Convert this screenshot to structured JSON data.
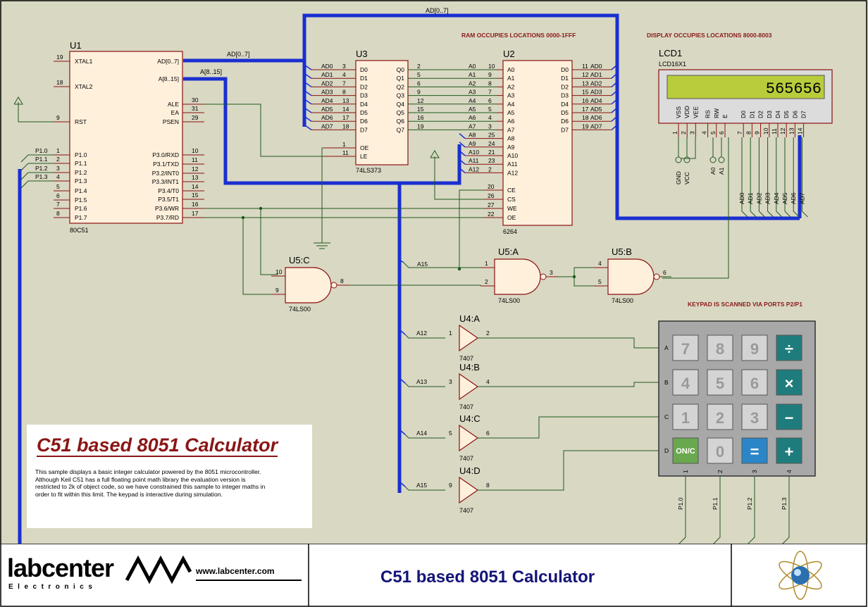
{
  "schematic": {
    "u1": {
      "ref": "U1",
      "part": "80C51",
      "left_pins": [
        {
          "num": "19",
          "name": "XTAL1"
        },
        {
          "num": "18",
          "name": "XTAL2"
        },
        {
          "num": "9",
          "name": "RST"
        },
        {
          "num": "1",
          "name": "P1.0"
        },
        {
          "num": "2",
          "name": "P1.1"
        },
        {
          "num": "3",
          "name": "P1.2"
        },
        {
          "num": "4",
          "name": "P1.3"
        },
        {
          "num": "5",
          "name": "P1.4"
        },
        {
          "num": "6",
          "name": "P1.5"
        },
        {
          "num": "7",
          "name": "P1.6"
        },
        {
          "num": "8",
          "name": "P1.7"
        }
      ],
      "right_pins": [
        {
          "num": "",
          "name": "AD[0..7]"
        },
        {
          "num": "",
          "name": "A[8..15]"
        },
        {
          "num": "30",
          "name": "ALE"
        },
        {
          "num": "31",
          "name": "EA"
        },
        {
          "num": "29",
          "name": "PSEN"
        },
        {
          "num": "10",
          "name": "P3.0/RXD"
        },
        {
          "num": "11",
          "name": "P3.1/TXD"
        },
        {
          "num": "12",
          "name": "P3.2/INT0"
        },
        {
          "num": "13",
          "name": "P3.3/INT1"
        },
        {
          "num": "14",
          "name": "P3.4/T0"
        },
        {
          "num": "15",
          "name": "P3.5/T1"
        },
        {
          "num": "16",
          "name": "P3.6/WR"
        },
        {
          "num": "17",
          "name": "P3.7/RD"
        }
      ],
      "port_nets": [
        "P1.0",
        "P1.1",
        "P1.2",
        "P1.3"
      ]
    },
    "u3": {
      "ref": "U3",
      "part": "74LS373",
      "d_pins": [
        {
          "num": "3",
          "name": "D0"
        },
        {
          "num": "4",
          "name": "D1"
        },
        {
          "num": "7",
          "name": "D2"
        },
        {
          "num": "8",
          "name": "D3"
        },
        {
          "num": "13",
          "name": "D4"
        },
        {
          "num": "14",
          "name": "D5"
        },
        {
          "num": "17",
          "name": "D6"
        },
        {
          "num": "18",
          "name": "D7"
        }
      ],
      "q_pins": [
        {
          "num": "2",
          "name": "Q0"
        },
        {
          "num": "5",
          "name": "Q1"
        },
        {
          "num": "6",
          "name": "Q2"
        },
        {
          "num": "9",
          "name": "Q3"
        },
        {
          "num": "12",
          "name": "Q4"
        },
        {
          "num": "15",
          "name": "Q5"
        },
        {
          "num": "16",
          "name": "Q6"
        },
        {
          "num": "19",
          "name": "Q7"
        }
      ],
      "ctrl_pins": [
        {
          "num": "1",
          "name": "OE"
        },
        {
          "num": "11",
          "name": "LE"
        }
      ],
      "nets": [
        "AD0",
        "AD1",
        "AD2",
        "AD3",
        "AD4",
        "AD5",
        "AD6",
        "AD7"
      ]
    },
    "u2": {
      "ref": "U2",
      "part": "6264",
      "a_pins": [
        {
          "num": "10",
          "name": "A0"
        },
        {
          "num": "9",
          "name": "A1"
        },
        {
          "num": "8",
          "name": "A2"
        },
        {
          "num": "7",
          "name": "A3"
        },
        {
          "num": "6",
          "name": "A4"
        },
        {
          "num": "5",
          "name": "A5"
        },
        {
          "num": "4",
          "name": "A6"
        },
        {
          "num": "3",
          "name": "A7"
        },
        {
          "num": "25",
          "name": "A8"
        },
        {
          "num": "24",
          "name": "A9"
        },
        {
          "num": "21",
          "name": "A10"
        },
        {
          "num": "23",
          "name": "A11"
        },
        {
          "num": "2",
          "name": "A12"
        }
      ],
      "a_nets": [
        "A0",
        "A1",
        "A2",
        "A3",
        "A4",
        "A5",
        "A6",
        "A7",
        "A8",
        "A9",
        "A10",
        "A11",
        "A12"
      ],
      "d_pins": [
        {
          "num": "11",
          "name": "D0"
        },
        {
          "num": "12",
          "name": "D1"
        },
        {
          "num": "13",
          "name": "D2"
        },
        {
          "num": "15",
          "name": "D3"
        },
        {
          "num": "16",
          "name": "D4"
        },
        {
          "num": "17",
          "name": "D5"
        },
        {
          "num": "18",
          "name": "D6"
        },
        {
          "num": "19",
          "name": "D7"
        }
      ],
      "ctrl_pins": [
        {
          "num": "20",
          "name": "CE"
        },
        {
          "num": "26",
          "name": "CS"
        },
        {
          "num": "27",
          "name": "WE"
        },
        {
          "num": "22",
          "name": "OE"
        }
      ]
    },
    "lcd": {
      "ref": "LCD1",
      "part": "LCD16X1",
      "display": "565656",
      "pins": [
        {
          "num": "1",
          "name": "VSS"
        },
        {
          "num": "2",
          "name": "VDD"
        },
        {
          "num": "3",
          "name": "VEE"
        },
        {
          "num": "4",
          "name": "RS"
        },
        {
          "num": "5",
          "name": "RW"
        },
        {
          "num": "6",
          "name": "E"
        },
        {
          "num": "7",
          "name": "D0"
        },
        {
          "num": "8",
          "name": "D1"
        },
        {
          "num": "9",
          "name": "D2"
        },
        {
          "num": "10",
          "name": "D3"
        },
        {
          "num": "11",
          "name": "D4"
        },
        {
          "num": "12",
          "name": "D5"
        },
        {
          "num": "13",
          "name": "D6"
        },
        {
          "num": "14",
          "name": "D7"
        }
      ],
      "power": [
        "GND",
        "VCC"
      ],
      "addr": [
        "A0",
        "A1"
      ],
      "data_nets": [
        "AD0",
        "AD1",
        "AD2",
        "AD3",
        "AD4",
        "AD5",
        "AD6",
        "AD7"
      ]
    },
    "gates": {
      "u5a": {
        "ref": "U5:A",
        "part": "74LS00",
        "in1": "1",
        "in2": "2",
        "out": "3",
        "net": "A15"
      },
      "u5b": {
        "ref": "U5:B",
        "part": "74LS00",
        "in1": "4",
        "in2": "5",
        "out": "6"
      },
      "u5c": {
        "ref": "U5:C",
        "part": "74LS00",
        "in1": "10",
        "in2": "9",
        "out": "8"
      }
    },
    "buffers": [
      {
        "ref": "U4:A",
        "part": "7407",
        "in": "1",
        "out": "2",
        "net": "A12"
      },
      {
        "ref": "U4:B",
        "part": "7407",
        "in": "3",
        "out": "4",
        "net": "A13"
      },
      {
        "ref": "U4:C",
        "part": "7407",
        "in": "5",
        "out": "6",
        "net": "A14"
      },
      {
        "ref": "U4:D",
        "part": "7407",
        "in": "9",
        "out": "8",
        "net": "A15"
      }
    ],
    "keypad": {
      "rows": [
        "A",
        "B",
        "C",
        "D"
      ],
      "cols": [
        "1",
        "2",
        "3",
        "4"
      ],
      "keys": [
        "7",
        "8",
        "9",
        "÷",
        "4",
        "5",
        "6",
        "×",
        "1",
        "2",
        "3",
        "−",
        "ON/C",
        "0",
        "=",
        "+"
      ],
      "col_nets": [
        "P1.0",
        "P1.1",
        "P1.2",
        "P1.3"
      ]
    },
    "bus_labels": {
      "ad_top": "AD[0..7]",
      "ad_u1": "AD[0..7]",
      "a_high": "A[8..15]"
    },
    "notes": {
      "ram": "RAM OCCUPIES  LOCATIONS 0000-1FFF",
      "display": "DISPLAY OCCUPIES  LOCATIONS 8000-8003",
      "keypad": "KEYPAD IS SCANNED VIA PORTS P2/P1"
    },
    "colors": {
      "bus": "#1a2fd0",
      "wire": "#1e5a1e",
      "body": "#fff0dc",
      "outline": "#8a1010",
      "note": "#8a1a1a"
    }
  },
  "description": {
    "title": "C51 based 8051 Calculator",
    "text": "This sample displays a basic integer calculator powered by the 8051 microcontroller. Although Keil C51 has a full floating point math library the evaluation version is restricted to 2k of object code, so we have constrained this sample to integer maths in order to fit within this limit. The keypad is interactive during simulation."
  },
  "footer": {
    "logo": "labcenter",
    "logo_sub": "Electronics",
    "url": "www.labcenter.com",
    "title": "C51 based 8051 Calculator"
  }
}
